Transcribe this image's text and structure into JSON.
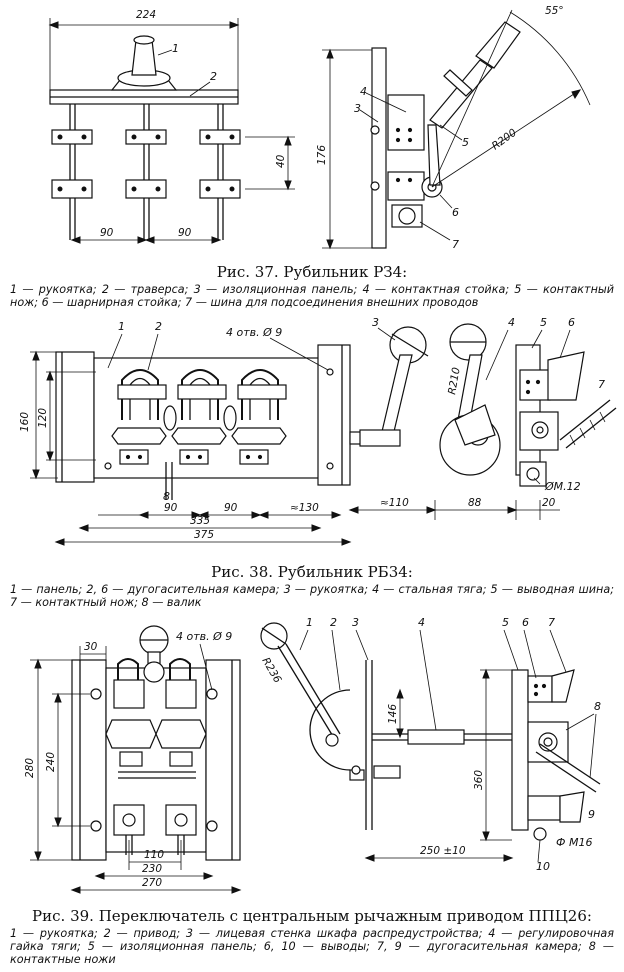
{
  "fig37": {
    "dims": {
      "width": "224",
      "height": "176",
      "pitch1": "90",
      "pitch2": "90",
      "gap": "40",
      "angle": "55°",
      "radius": "R200"
    },
    "parts": [
      "1",
      "2",
      "3",
      "4",
      "5",
      "6",
      "7"
    ],
    "caption": "Рис. 37. Рубильник РЗ4:",
    "legend": "1 — рукоятка; 2 — траверса; 3 — изоляционная панель; 4 — контактная стойка; 5 — контактный нож; 6 — шарнирная стойка; 7 — шина для подсоединения внешних проводов"
  },
  "fig38": {
    "dims": {
      "h160": "160",
      "h120": "120",
      "holes": "4 отв. Ø 9",
      "d90a": "90",
      "d90b": "90",
      "d130": "≈130",
      "d335": "335",
      "d375": "375",
      "d110": "≈110",
      "d88": "88",
      "d20": "20",
      "r210": "R210",
      "thread": "ØM.12"
    },
    "parts": [
      "1",
      "2",
      "3",
      "4",
      "5",
      "6",
      "7",
      "8"
    ],
    "caption": "Рис. 38. Рубильник РБ34:",
    "legend": "1 — панель; 2, 6 — дугогасительная камера; 3 — рукоятка; 4 — стальная тяга; 5 — выводная шина; 7 — контактный нож; 8 — валик"
  },
  "fig39": {
    "dims": {
      "d30": "30",
      "holes": "4 отв. Ø 9",
      "h280": "280",
      "h240": "240",
      "d110": "110",
      "d230": "230",
      "d270": "270",
      "r236": "R236",
      "d146": "146",
      "d360": "360",
      "d250": "250 ±10",
      "thread": "Ф M16"
    },
    "parts": [
      "1",
      "2",
      "3",
      "4",
      "5",
      "6",
      "7",
      "8",
      "9",
      "10"
    ],
    "caption": "Рис. 39. Переключатель с центральным рычажным приводом ППЦ26:",
    "legend": "1 — рукоятка; 2 — привод; 3 — лицевая стенка шкафа распредустройства; 4 — регулировочная гайка тяги; 5 — изоляционная панель; 6, 10 — выводы; 7, 9 — дугогасительная камера; 8 — контактные ножи"
  }
}
